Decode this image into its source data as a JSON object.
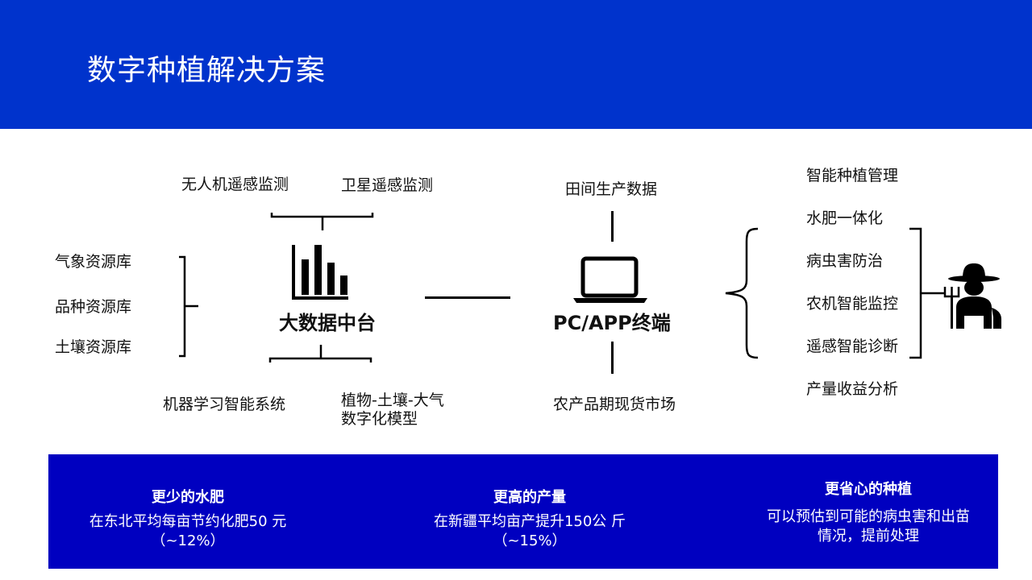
{
  "header": {
    "title": "数字种植解决方案"
  },
  "data_sources_left": [
    "气象资源库",
    "品种资源库",
    "土壤资源库"
  ],
  "sensing_top": [
    "无人机遥感监测",
    "卫星遥感监测"
  ],
  "models_bottom": [
    "机器学习智能系统",
    "植物-土壤-大气",
    "数字化模型"
  ],
  "hub": {
    "label": "大数据中台",
    "icon": "bar-chart-icon"
  },
  "terminal": {
    "label": "PC/APP终端",
    "icon": "laptop-icon",
    "top_label": "田间生产数据",
    "bottom_label": "农产品期现货市场"
  },
  "services": [
    "智能种植管理",
    "水肥一体化",
    "病虫害防治",
    "农机智能监控",
    "遥感智能诊断",
    "产量收益分析"
  ],
  "farmer_icon": "farmer-icon",
  "colors": {
    "header": "#0033cc",
    "panel": "#0000c0"
  },
  "benefits": [
    {
      "title": "更少的水肥",
      "line1": "在东北平均每亩节约化肥50 元",
      "line2": "（~12%）"
    },
    {
      "title": "更高的产量",
      "line1": "在新疆平均亩产提升150公 斤",
      "line2": "（~15%）"
    },
    {
      "title": "更省心的种植",
      "line1": "可以预估到可能的病虫害和出苗",
      "line2": "情况，提前处理"
    }
  ]
}
